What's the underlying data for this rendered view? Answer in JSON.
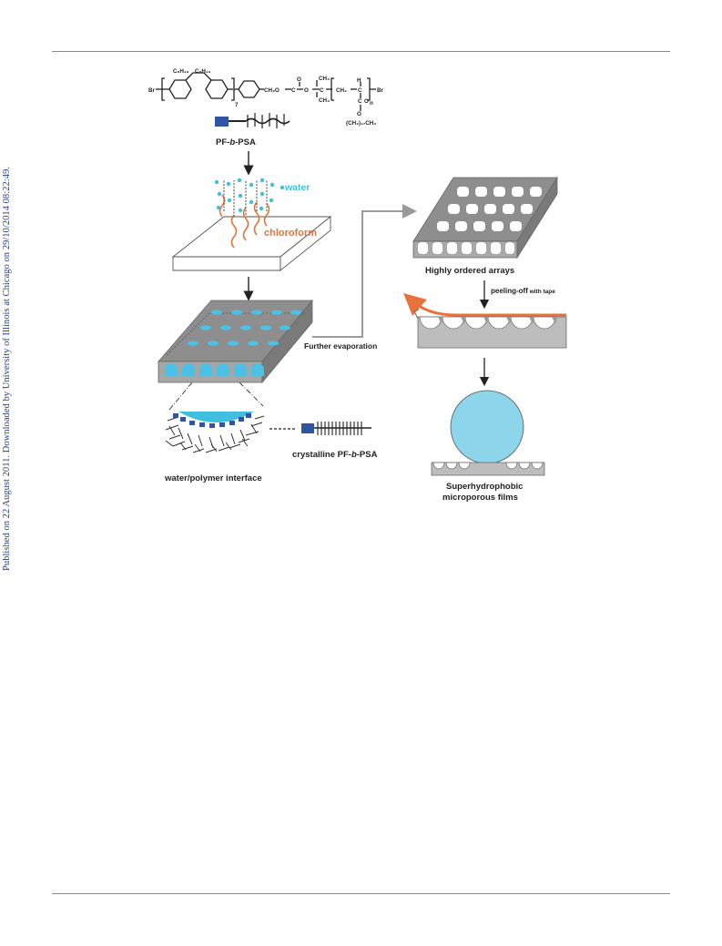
{
  "sidebar_note": "Published on 22 August 2011. Downloaded by University of Illinois at Chicago on 29/10/2014 08:22:49.",
  "figure": {
    "polymer_name_prefix": "PF-",
    "polymer_name_italic": "b",
    "polymer_name_suffix": "-PSA",
    "water_label": "water",
    "chloroform_label": "chloroform",
    "further_evaporation_label": "Further evaporation",
    "ordered_arrays_label": "Highly ordered arrays",
    "peeling_label_bold": "peeling-off",
    "peeling_label_rest": " with tape",
    "interface_label": "water/polymer interface",
    "crystalline_prefix": "crystalline PF-",
    "crystalline_italic": "b",
    "crystalline_suffix": "-PSA",
    "superhydrophobic_line1": "Superhydrophobic",
    "superhydrophobic_line2": "microporous films",
    "chem_c6h13_left": "C₆H₁₃",
    "chem_c6h13_right": "C₆H₁₃",
    "chem_br_left": "Br",
    "chem_br_right": "Br",
    "chem_repeat_7": "7",
    "chem_repeat_n": "n",
    "chem_ester_link": "CH₂O",
    "chem_ch3_top": "CH₃",
    "chem_ch3_bottom": "CH₃",
    "chem_ch2": "CH₂",
    "chem_h": "H",
    "chem_c": "C",
    "chem_o": "O",
    "chem_side_chain": "(CH₂)₁₇CH₃",
    "colors": {
      "water": "#41bfe0",
      "chloroform": "#e8733a",
      "block": "#2f55a3",
      "film": "#8e8e8e",
      "link_text": "#1f3f9e"
    }
  }
}
